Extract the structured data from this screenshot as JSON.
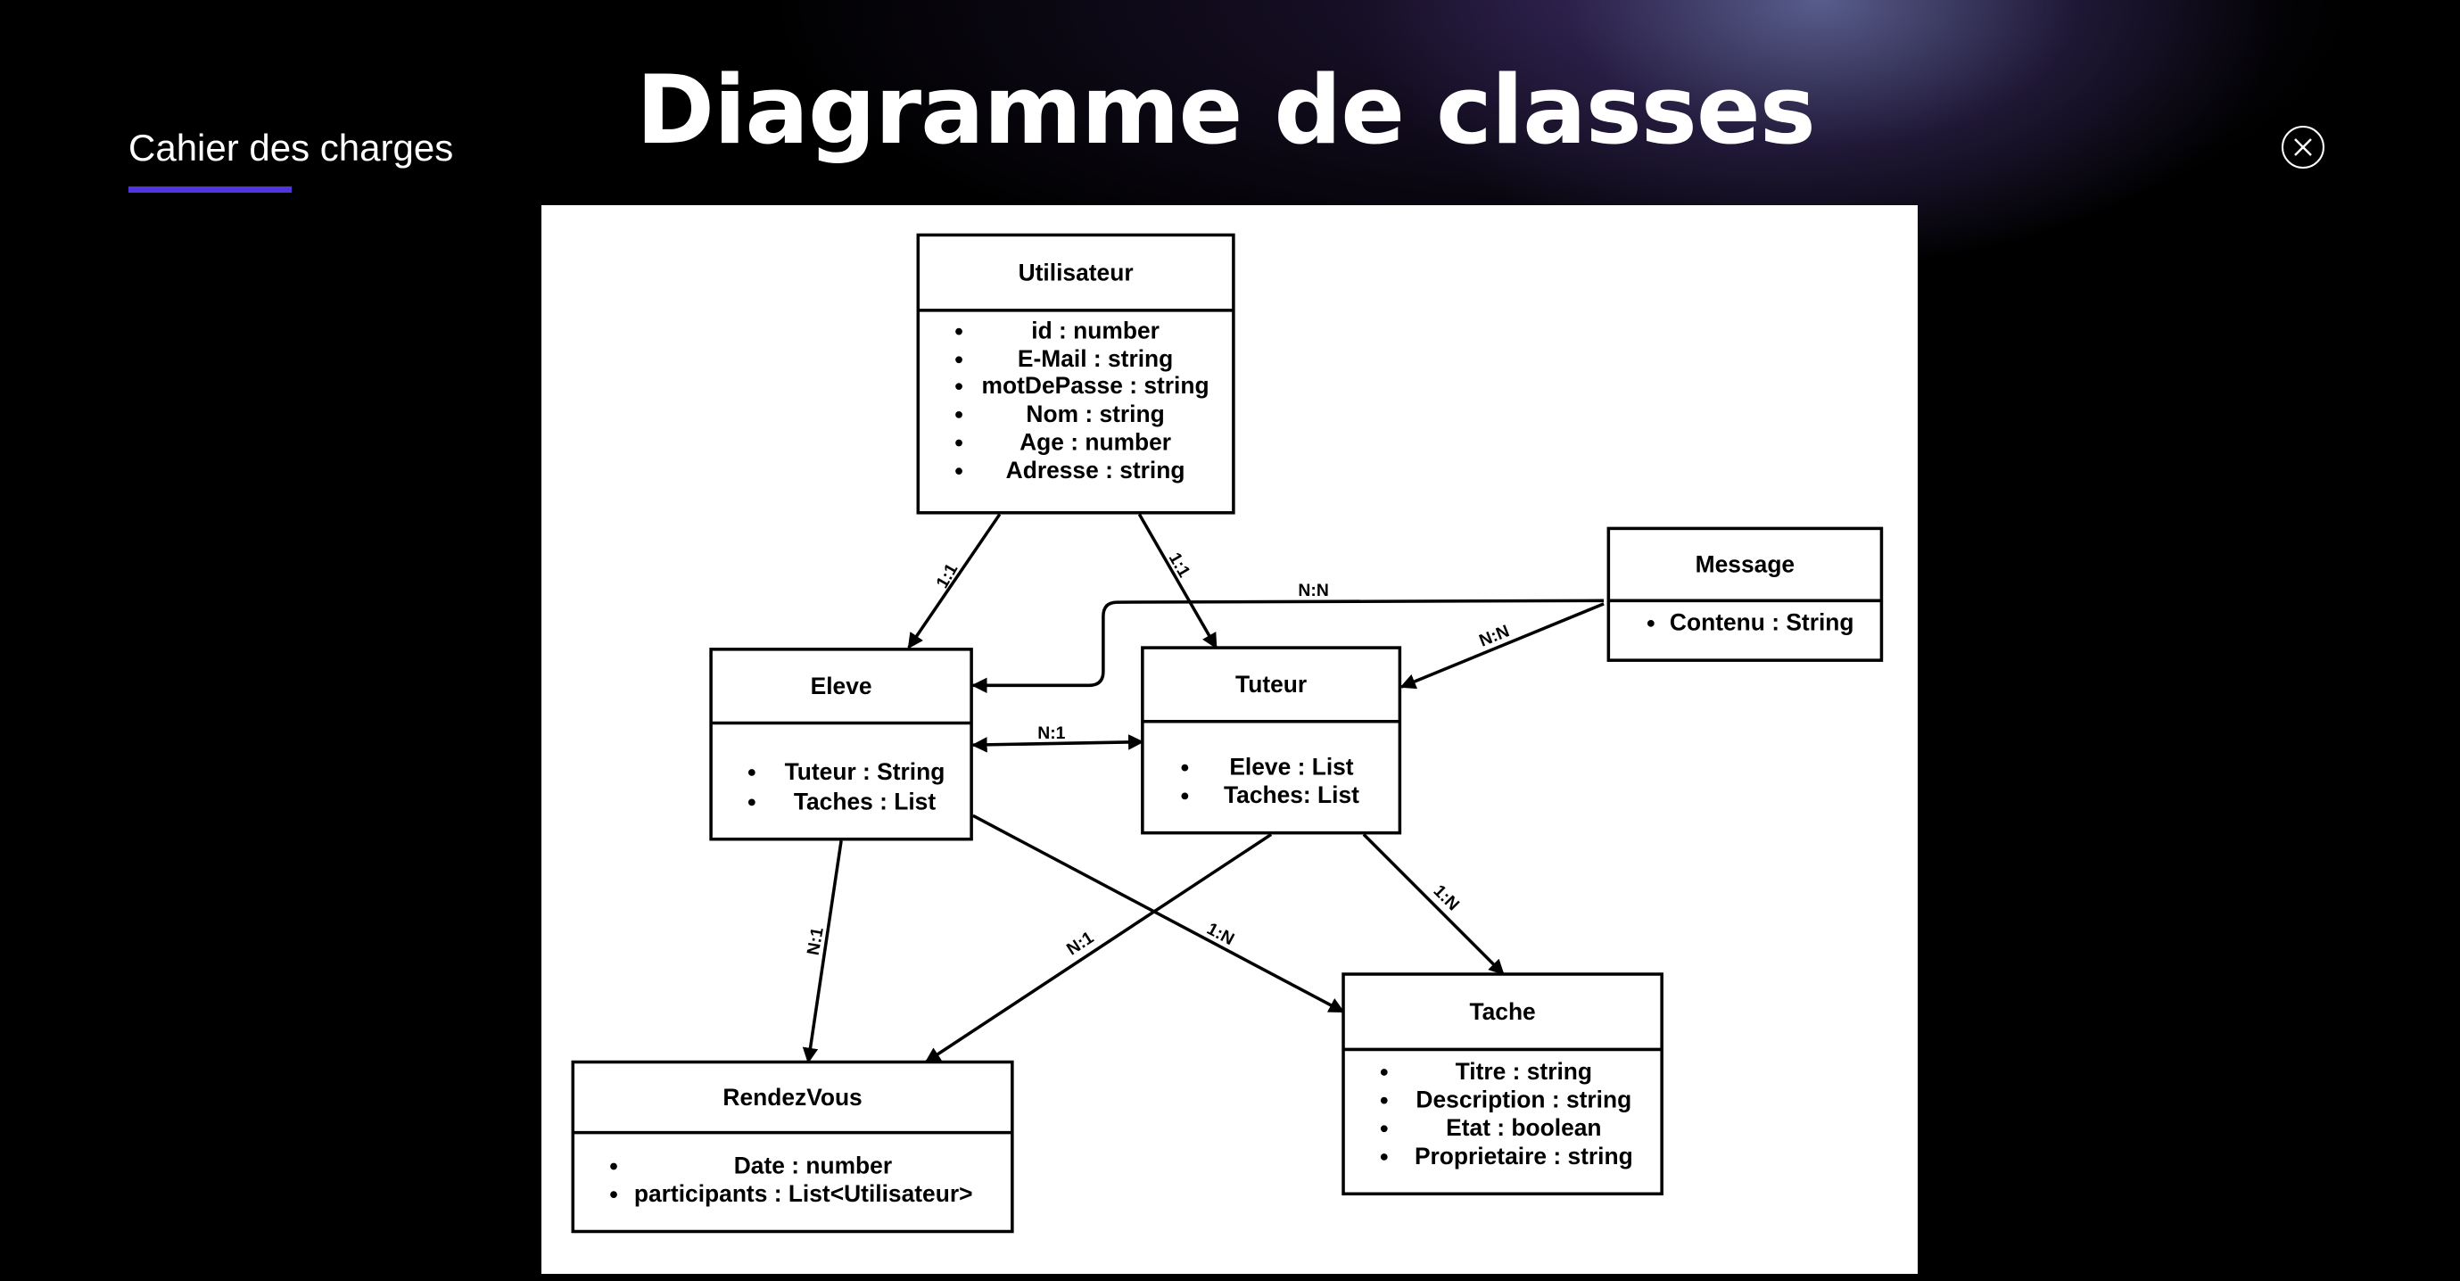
{
  "header": {
    "tab_label": "Cahier des charges",
    "title": "Diagramme de classes",
    "close_icon": "close-circle-icon",
    "accent_color": "#4f35e0"
  },
  "diagram": {
    "classes": [
      {
        "name": "Utilisateur",
        "attributes": [
          "id : number",
          "E-Mail : string",
          "motDePasse : string",
          "Nom : string",
          "Age : number",
          "Adresse : string"
        ]
      },
      {
        "name": "Message",
        "attributes": [
          "Contenu : String"
        ]
      },
      {
        "name": "Eleve",
        "attributes": [
          "Tuteur : String",
          "Taches : List"
        ]
      },
      {
        "name": "Tuteur",
        "attributes": [
          "Eleve : List",
          "Taches: List"
        ]
      },
      {
        "name": "Tache",
        "attributes": [
          "Titre : string",
          "Description : string",
          "Etat : boolean",
          "Proprietaire : string"
        ]
      },
      {
        "name": "RendezVous",
        "attributes": [
          "Date : number",
          "participants : List<Utilisateur>"
        ]
      }
    ],
    "relations": [
      {
        "from": "Utilisateur",
        "to": "Eleve",
        "label": "1:1"
      },
      {
        "from": "Utilisateur",
        "to": "Tuteur",
        "label": "1:1"
      },
      {
        "from": "Message",
        "to": "Eleve",
        "label": "N:N"
      },
      {
        "from": "Message",
        "to": "Tuteur",
        "label": "N:N"
      },
      {
        "from": "Eleve",
        "to": "Tuteur",
        "label": "N:1"
      },
      {
        "from": "Eleve",
        "to": "RendezVous",
        "label": "N:1"
      },
      {
        "from": "Tuteur",
        "to": "RendezVous",
        "label": "N:1"
      },
      {
        "from": "Eleve",
        "to": "Tache",
        "label": "1:N"
      },
      {
        "from": "Tuteur",
        "to": "Tache",
        "label": "1:N"
      }
    ]
  }
}
